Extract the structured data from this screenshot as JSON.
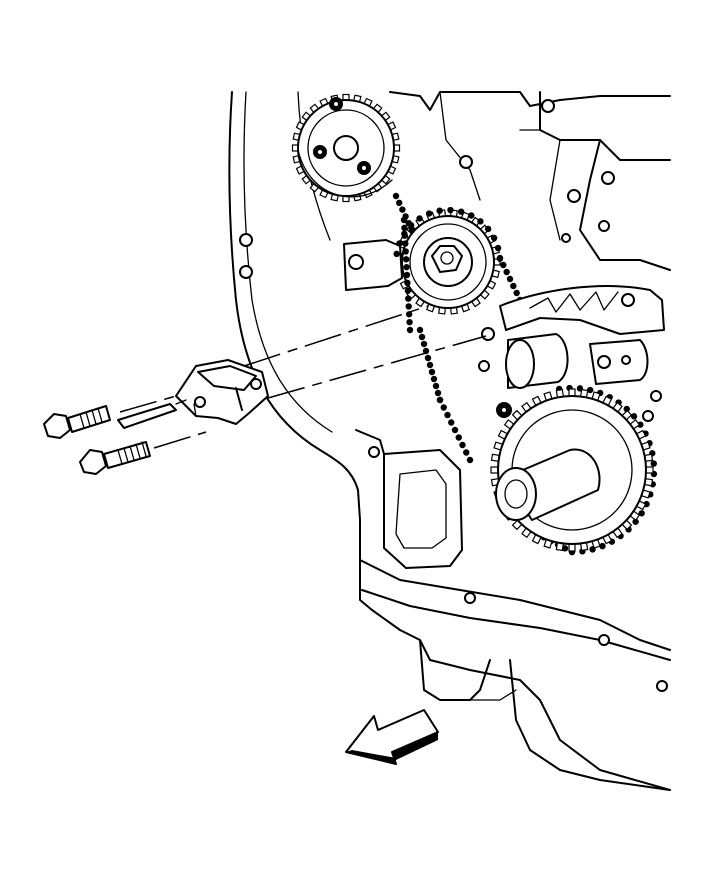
{
  "illustration": {
    "parts": [
      "engine-front-cover",
      "camshaft-sprocket",
      "crankshaft-sprocket",
      "timing-chain",
      "timing-chain-tensioner",
      "tensioner-bolt-upper",
      "tensioner-bolt-lower",
      "chain-guide",
      "vehicle-front-arrow"
    ],
    "style": "black line art on white"
  }
}
